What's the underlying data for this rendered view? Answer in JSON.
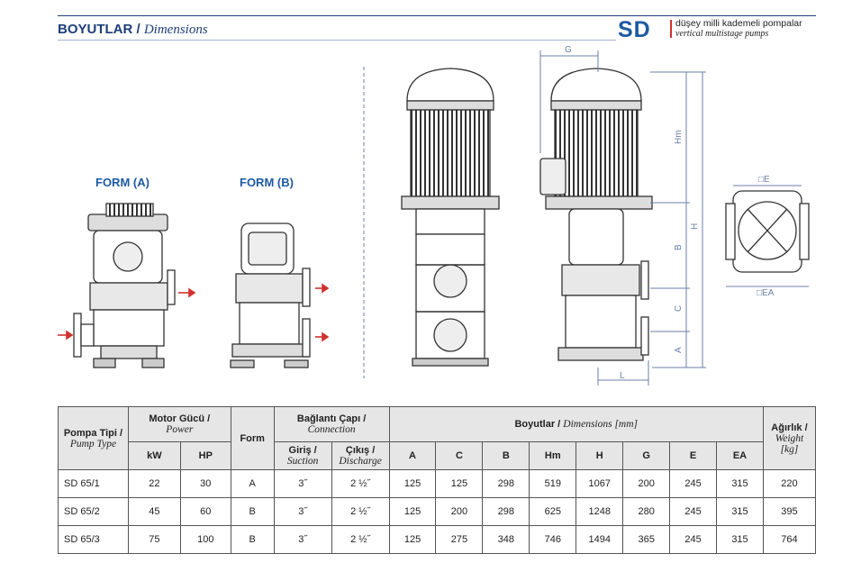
{
  "header": {
    "title_bold": "BOYUTLAR /",
    "title_italic": "Dimensions",
    "brand": "SD",
    "brand_tr": "düşey milli kademeli pompalar",
    "brand_en": "vertical multistage pumps"
  },
  "forms": {
    "a": "FORM (A)",
    "b": "FORM (B)"
  },
  "drawing_labels": {
    "G": "G",
    "Hm": "Hm",
    "H": "H",
    "B": "B",
    "C": "C",
    "A": "A",
    "L": "L",
    "E": "□E",
    "EA": "□EA"
  },
  "table": {
    "head": {
      "pump_type_tr": "Pompa Tipi /",
      "pump_type_en": "Pump Type",
      "motor_tr": "Motor Gücü /",
      "motor_en": "Power",
      "kw": "kW",
      "hp": "HP",
      "form": "Form",
      "conn_tr": "Bağlantı Çapı /",
      "conn_en": "Connection",
      "suction_tr": "Giriş /",
      "suction_en": "Suction",
      "discharge_tr": "Çıkış /",
      "discharge_en": "Discharge",
      "dims_tr": "Boyutlar /",
      "dims_en": "Dimensions [mm]",
      "weight_tr": "Ağırlık /",
      "weight_en": "Weight",
      "weight_unit": "[kg]",
      "dim_cols": [
        "A",
        "C",
        "B",
        "Hm",
        "H",
        "G",
        "E",
        "EA"
      ]
    },
    "rows": [
      {
        "type": "SD 65/1",
        "kw": "22",
        "hp": "30",
        "form": "A",
        "suction": "3˝",
        "discharge": "2 ½˝",
        "dims": [
          "125",
          "125",
          "298",
          "519",
          "1067",
          "200",
          "245",
          "315"
        ],
        "weight": "220"
      },
      {
        "type": "SD 65/2",
        "kw": "45",
        "hp": "60",
        "form": "B",
        "suction": "3˝",
        "discharge": "2 ½˝",
        "dims": [
          "125",
          "200",
          "298",
          "625",
          "1248",
          "280",
          "245",
          "315"
        ],
        "weight": "395"
      },
      {
        "type": "SD 65/3",
        "kw": "75",
        "hp": "100",
        "form": "B",
        "suction": "3˝",
        "discharge": "2 ½˝",
        "dims": [
          "125",
          "275",
          "348",
          "746",
          "1494",
          "365",
          "245",
          "315"
        ],
        "weight": "764"
      }
    ]
  },
  "colors": {
    "brand_blue": "#1d5aa3",
    "accent_red": "#d0312d",
    "dimension_line": "#6b7fa8"
  }
}
